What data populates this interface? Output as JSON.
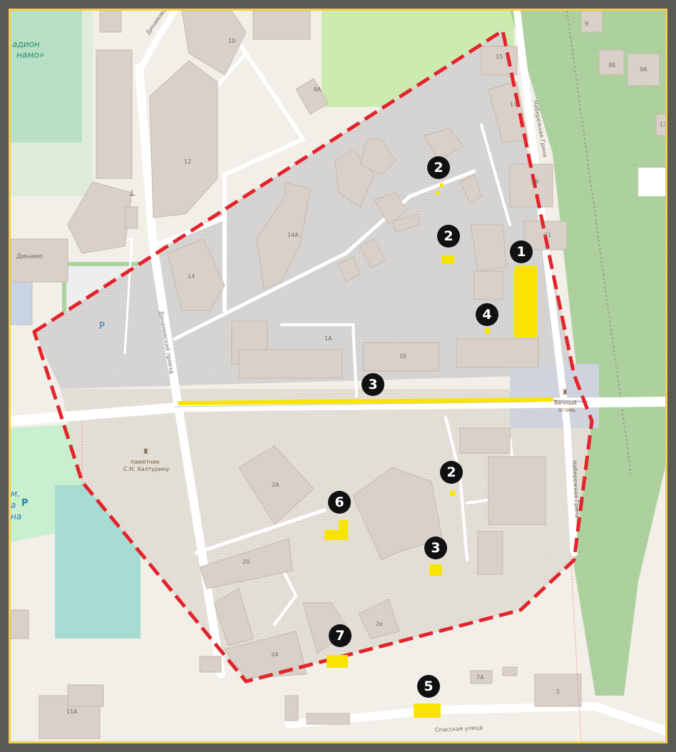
{
  "map": {
    "labels": {
      "stadium_line1": "адион",
      "stadium_line2": "намо»",
      "dinamo": "Динамо",
      "dinamovskaya": "Динамовск",
      "dinamovsky_proezd": "Динамовский проезд",
      "naberezhnaya_top": "Набережная Грина",
      "naberezhnaya_bottom": "Набережная Грина",
      "spasskaya": "Спасская улица",
      "eternal_flame_1": "Вечный",
      "eternal_flame_2": "огонь",
      "monument_1": "памятник",
      "monument_2": "С.Н. Халтурину",
      "left_m": "м.",
      "left_a": "а",
      "left_na": "на",
      "parking": "P",
      "parking_left": "P"
    },
    "building_numbers": {
      "b10": "10",
      "b8a": "8А",
      "b12": "12",
      "b14a": "14А",
      "b14": "14",
      "b1a": "1А",
      "b1b": "1б",
      "b15": "15",
      "b17": "17",
      "b19": "19",
      "b21": "21",
      "b2a": "2А",
      "b20": "20",
      "b24": "24",
      "b2k": "2к",
      "b9": "9",
      "b9b": "9Б",
      "b9a": "9А",
      "b13": "13",
      "b7a": "7А",
      "b5": "5",
      "b11a": "11А"
    },
    "markers": [
      "1",
      "2",
      "2",
      "2",
      "3",
      "3",
      "4",
      "5",
      "6",
      "7"
    ],
    "colors": {
      "boundary": "#e3242b",
      "highlight": "#f9e400",
      "marker": "#111111",
      "frame": "#f1cf52"
    }
  }
}
